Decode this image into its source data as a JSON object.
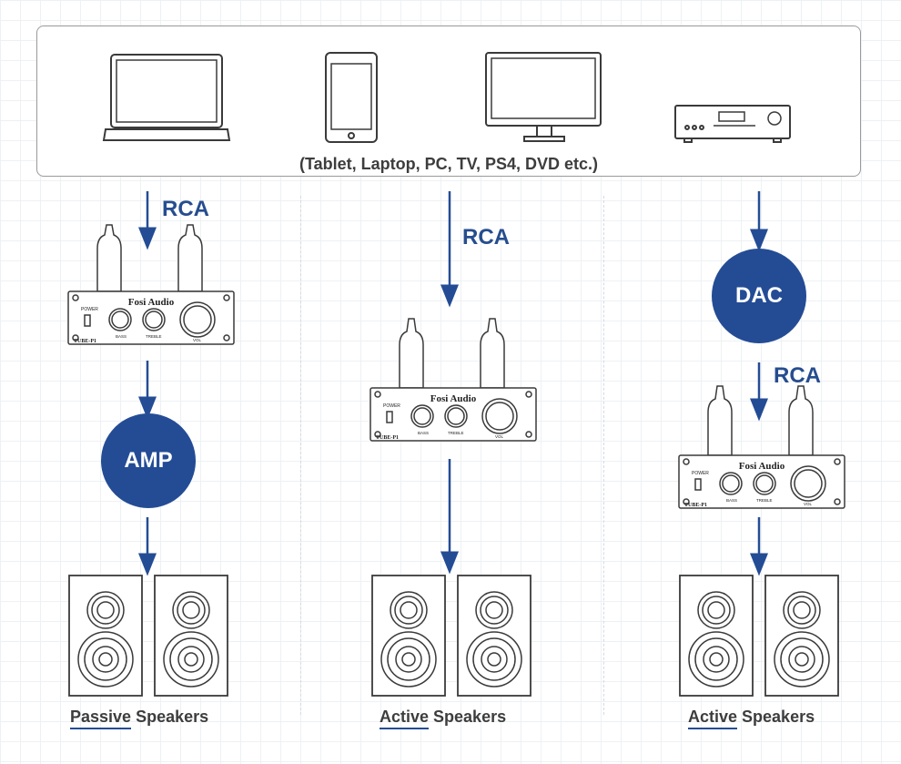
{
  "source": {
    "caption": "(Tablet, Laptop, PC, TV, PS4, DVD etc.)",
    "devices": [
      "laptop-icon",
      "tablet-icon",
      "monitor-icon",
      "dvd-player-icon"
    ]
  },
  "columns": [
    {
      "connector": "RCA",
      "mid_label": "AMP",
      "speaker_label_underlined": "Passive",
      "speaker_label_rest": " Speakers"
    },
    {
      "connector": "RCA",
      "speaker_label_underlined": "Active",
      "speaker_label_rest": " Speakers"
    },
    {
      "connector": "RCA",
      "pre_label": "DAC",
      "speaker_label_underlined": "Active",
      "speaker_label_rest": " Speakers"
    }
  ],
  "amplifier": {
    "brand": "Fosi Audio",
    "model": "TUBE-P1",
    "power": "POWER",
    "bass": "BASS",
    "treble": "TREBLE",
    "vol": "VOL"
  },
  "colors": {
    "accent": "#244c95",
    "stroke": "#3a3a3a"
  }
}
